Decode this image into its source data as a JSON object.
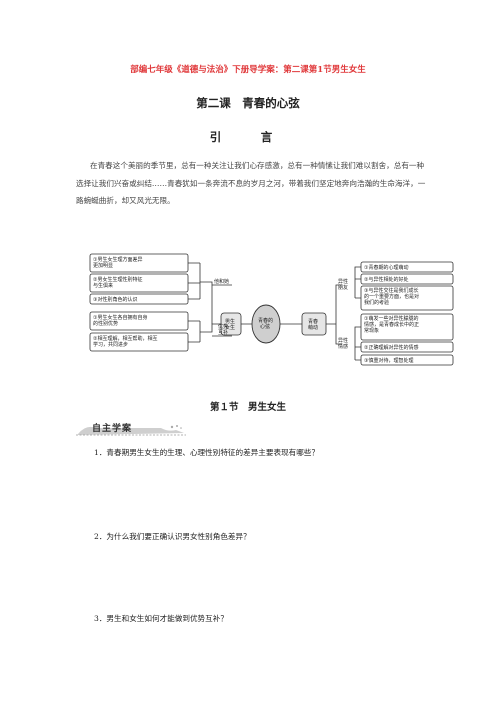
{
  "header": "部编七年级《道德与法治》下册导学案：第二课第1节男生女生",
  "lesson_title": "第二课　青春的心弦",
  "intro": {
    "heading": "引　言",
    "text": "在青春这个美丽的季节里，总有一种关注让我们心存感激，总有一种情愫让我们难以割舍，总有一种选择让我们兴奋或纠结……青春犹如一条奔流不息的岁月之河，带着我们坚定地奔向浩瀚的生命海洋，一路蜿蜒曲折，却又风光无限。"
  },
  "mindmap": {
    "center": "青春的\n心弦",
    "left_main": "男生\n女生",
    "right_main": "青春\n萌动",
    "left_branch_top": "他和她",
    "left_branch_bottom": "优势\n互补",
    "left_leaves_top": [
      "①男生女生理方面差异\n更加明显",
      "②男女生生理性别特征\n与生俱来",
      "③对性别角色的认识"
    ],
    "left_leaves_bottom": [
      "①男生女生各自拥有自身\n的性别优势",
      "②相互理解，相互帮助，相互\n学习，共同进步"
    ],
    "right_branch_top": "异性\n朋友",
    "right_branch_bottom": "异性\n情感",
    "right_leaves_top": [
      "①青春期的心理萌动",
      "②与异性相处的好处",
      "③与异性交往是我们成长\n的一个重要方面，也是对\n我们的考验"
    ],
    "right_leaves_bottom": [
      "①萌发一些对异性朦胧的\n情感，是青春成长中的正\n常现象",
      "②正确理解对异性的情感",
      "③慎重对待，理智处理"
    ]
  },
  "section_title": "第１节　男生女生",
  "self_study": {
    "label": "自主学案",
    "questions": [
      "1．青春期男生女生的生理、心理性别特征的差异主要表现有哪些？",
      "2．为什么我们要正确认识男女性别角色差异？",
      "3．男生和女生如何才能做到优势互补？"
    ]
  },
  "colors": {
    "header": "#e0383a",
    "center_fill": "#cfcfcf",
    "node_fill": "#e6e6e6"
  }
}
